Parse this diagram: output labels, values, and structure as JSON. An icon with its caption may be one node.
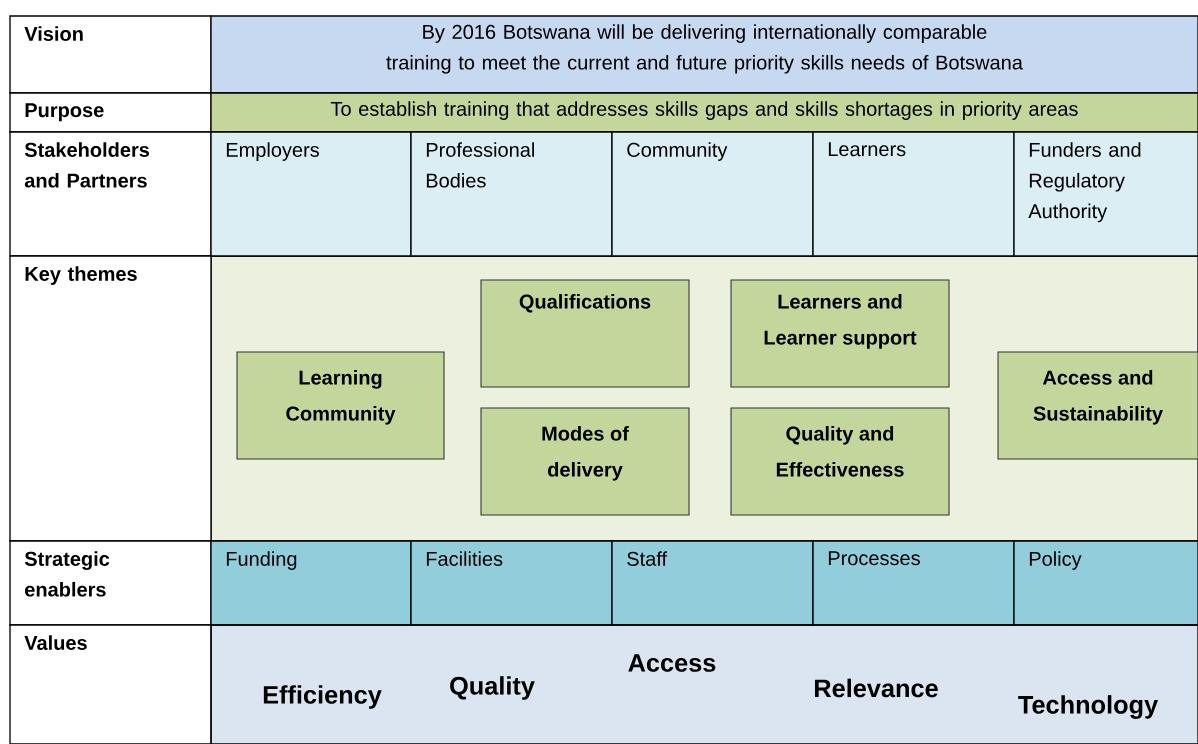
{
  "diagram": {
    "nodes": [
      {
        "text": [],
        "shape": "box"
      },
      {
        "text": [
          "Learning Community"
        ],
        "in": 0
      },
      {
        "text": [
          "Qualifications"
        ],
        "in": 0
      },
      {
        "text": [
          "Learners and Learner support"
        ],
        "in": 0
      },
      {
        "text": [
          "Modes of delivery"
        ],
        "in": 0
      },
      {
        "text": [
          "Quality and Effectiveness"
        ],
        "in": 0
      },
      {
        "text": [
          "Access and Sustainability"
        ],
        "in": 0
      }
    ],
    "labels": [
      "Vision",
      "By 2016 Botswana will be delivering internationally comparable training to meet the current and future priority skills needs of Botswana",
      "Purpose",
      "To establish training that addresses skills gaps and skills shortages in priority areas",
      "Stakeholders and Partners",
      "Employers",
      "Professional Bodies",
      "Community",
      "Learners",
      "Funders and Regulatory Authority",
      "Key themes",
      "Strategic enablers",
      "Funding",
      "Facilities",
      "Staff",
      "Processes",
      "Policy",
      "Values",
      "Efficiency",
      "Quality",
      "Access",
      "Relevance",
      "Technology"
    ]
  }
}
